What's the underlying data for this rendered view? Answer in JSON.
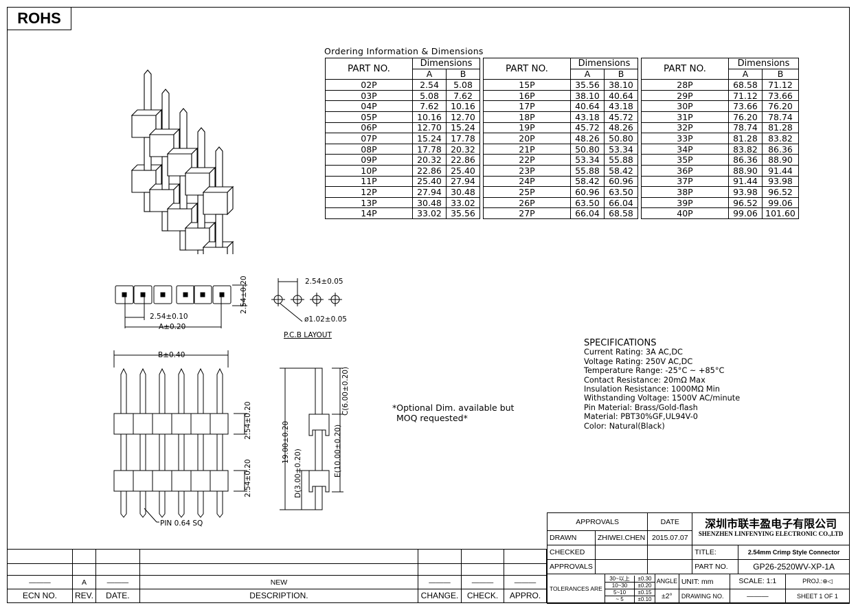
{
  "rohs": "ROHS",
  "ordering": {
    "title": "Ordering Information & Dimensions",
    "headers": {
      "part_no": "PART NO.",
      "dimensions": "Dimensions",
      "a": "A",
      "b": "B"
    },
    "groups": [
      [
        [
          "02P",
          "2.54",
          "5.08"
        ],
        [
          "03P",
          "5.08",
          "7.62"
        ],
        [
          "04P",
          "7.62",
          "10.16"
        ],
        [
          "05P",
          "10.16",
          "12.70"
        ],
        [
          "06P",
          "12.70",
          "15.24"
        ],
        [
          "07P",
          "15.24",
          "17.78"
        ],
        [
          "08P",
          "17.78",
          "20.32"
        ],
        [
          "09P",
          "20.32",
          "22.86"
        ],
        [
          "10P",
          "22.86",
          "25.40"
        ],
        [
          "11P",
          "25.40",
          "27.94"
        ],
        [
          "12P",
          "27.94",
          "30.48"
        ],
        [
          "13P",
          "30.48",
          "33.02"
        ],
        [
          "14P",
          "33.02",
          "35.56"
        ]
      ],
      [
        [
          "15P",
          "35.56",
          "38.10"
        ],
        [
          "16P",
          "38.10",
          "40.64"
        ],
        [
          "17P",
          "40.64",
          "43.18"
        ],
        [
          "18P",
          "43.18",
          "45.72"
        ],
        [
          "19P",
          "45.72",
          "48.26"
        ],
        [
          "20P",
          "48.26",
          "50.80"
        ],
        [
          "21P",
          "50.80",
          "53.34"
        ],
        [
          "22P",
          "53.34",
          "55.88"
        ],
        [
          "23P",
          "55.88",
          "58.42"
        ],
        [
          "24P",
          "58.42",
          "60.96"
        ],
        [
          "25P",
          "60.96",
          "63.50"
        ],
        [
          "26P",
          "63.50",
          "66.04"
        ],
        [
          "27P",
          "66.04",
          "68.58"
        ]
      ],
      [
        [
          "28P",
          "68.58",
          "71.12"
        ],
        [
          "29P",
          "71.12",
          "73.66"
        ],
        [
          "30P",
          "73.66",
          "76.20"
        ],
        [
          "31P",
          "76.20",
          "78.74"
        ],
        [
          "32P",
          "78.74",
          "81.28"
        ],
        [
          "33P",
          "81.28",
          "83.82"
        ],
        [
          "34P",
          "83.82",
          "86.36"
        ],
        [
          "35P",
          "86.36",
          "88.90"
        ],
        [
          "36P",
          "88.90",
          "91.44"
        ],
        [
          "37P",
          "91.44",
          "93.98"
        ],
        [
          "38P",
          "93.98",
          "96.52"
        ],
        [
          "39P",
          "96.52",
          "99.06"
        ],
        [
          "40P",
          "99.06",
          "101.60"
        ]
      ]
    ]
  },
  "specs": {
    "title": "SPECIFICATIONS",
    "lines": [
      "Current Rating: 3A AC,DC",
      "Voltage Rating: 250V AC,DC",
      "Temperature Range: -25°C ~ +85°C",
      "Contact Resistance: 20mΩ Max",
      "Insulation Resistance: 1000MΩ Min",
      "Withstanding Voltage: 1500V AC/minute",
      "Pin Material: Brass/Gold-flash",
      "Material: PBT30%GF,UL94V-0",
      "Color: Natural(Black)"
    ]
  },
  "note": {
    "line1": "*Optional Dim. available but",
    "line2": "MOQ requested*"
  },
  "dims": {
    "top_pitch": "2.54±0.10",
    "top_a": "A±0.20",
    "top_height": "2.54±0.20",
    "pcb_pitch": "2.54±0.05",
    "pcb_hole": "ø1.02±0.05",
    "pcb_label": "P.C.B LAYOUT",
    "front_b": "B±0.40",
    "front_h1": "2.54±0.20",
    "front_h2": "2.54±0.20",
    "pin": "PIN 0.64 SQ",
    "side_total": "19.00±0.20",
    "side_c": "C(6.00±0.20)",
    "side_e": "E(10.00±0.20)",
    "side_d": "D(3.00±0.20)"
  },
  "titleblock": {
    "approvals_header": "APPROVALS",
    "date_header": "DATE",
    "company_cn": "深圳市联丰盈电子有限公司",
    "company_en": "SHENZHEN LINFENYING ELECTRONIC CO.,LTD",
    "drawn": "DRAWN",
    "drawn_name": "ZHIWEI.CHEN",
    "drawn_date": "2015.07.07",
    "checked": "CHECKED",
    "approvals": "APPROVALS",
    "title_label": "TITLE:",
    "title_value": "2.54mm Crimp Style Connector",
    "part_label": "PART NO.",
    "part_value": "GP26-2520WV-XP-1A",
    "tolerances": "TOLERANCES ARE",
    "tol_rows": [
      [
        "30~以上",
        "±0.30"
      ],
      [
        "10~30",
        "±0.20"
      ],
      [
        "5~10",
        "±0.15"
      ],
      [
        "~ 5",
        "±0.10"
      ]
    ],
    "angle": "ANGLE",
    "angle_val": "±2°",
    "unit_label": "UNIT:",
    "unit_val": "mm",
    "scale_label": "SCALE:",
    "scale_val": "1:1",
    "proj": "PROJ.:",
    "sheet": "SHEET 1 OF 1",
    "drawing_no": "DRAWING NO.",
    "rev_row": {
      "ecn": "———",
      "rev": "A",
      "date": "———",
      "desc": "NEW",
      "change": "———",
      "check": "———",
      "appro": "———"
    },
    "ecn_no": "ECN NO.",
    "rev": "REV.",
    "date": "DATE.",
    "description": "DESCRIPTION.",
    "change": "CHANGE.",
    "check": "CHECK.",
    "appro": "APPRO."
  }
}
